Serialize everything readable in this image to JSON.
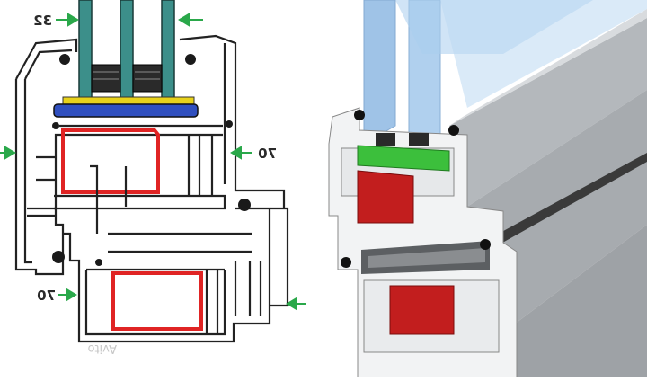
{
  "dimension_labels": {
    "glass_top": "32",
    "frame_right": "70",
    "sash_bottom_left": "70"
  },
  "watermark": "Avito",
  "colors": {
    "arrow": "#2aa84a",
    "glass": "#3c8f8a",
    "reinforcement": "#e02424",
    "seal_black": "#1a1a1a",
    "glazing_bead": "#2f4fbf",
    "spacer_yellow": "#e8d21a",
    "spacer_green": "#3cbf3c",
    "profile_gray": "#b8bcc0"
  }
}
